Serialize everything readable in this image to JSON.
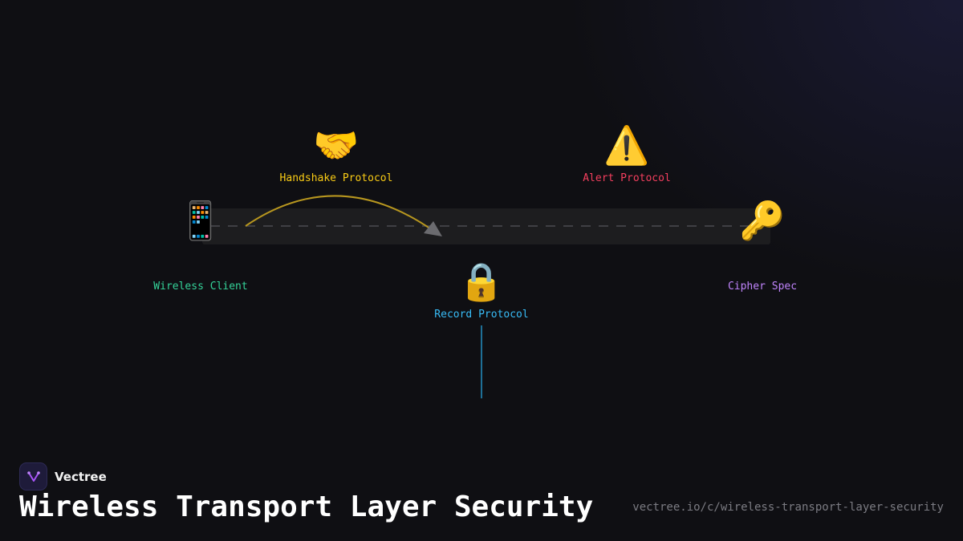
{
  "nodes": {
    "wireless_client": {
      "icon": "📱",
      "icon_name": "mobile-phone-icon",
      "label": "Wireless Client",
      "color": "#34d399"
    },
    "handshake": {
      "icon": "🤝",
      "icon_name": "handshake-icon",
      "label": "Handshake Protocol",
      "color": "#facc15"
    },
    "alert": {
      "icon": "⚠️",
      "icon_name": "warning-icon",
      "label": "Alert Protocol",
      "color": "#f43f5e"
    },
    "record": {
      "icon": "🔒",
      "icon_name": "lock-icon",
      "label": "Record Protocol",
      "color": "#38bdf8"
    },
    "cipher_spec": {
      "icon": "🔑",
      "icon_name": "key-icon",
      "label": "Cipher Spec",
      "color": "#c084fc"
    }
  },
  "colors": {
    "background": "#0f0f13",
    "track": "#1d1d1f",
    "arc": "#b8971f",
    "record_line": "#1e6f96"
  },
  "brand": {
    "name": "Vectree",
    "logo_icon": "vectree-logo-icon"
  },
  "title": "Wireless Transport Layer Security",
  "url": "vectree.io/c/wireless-transport-layer-security"
}
